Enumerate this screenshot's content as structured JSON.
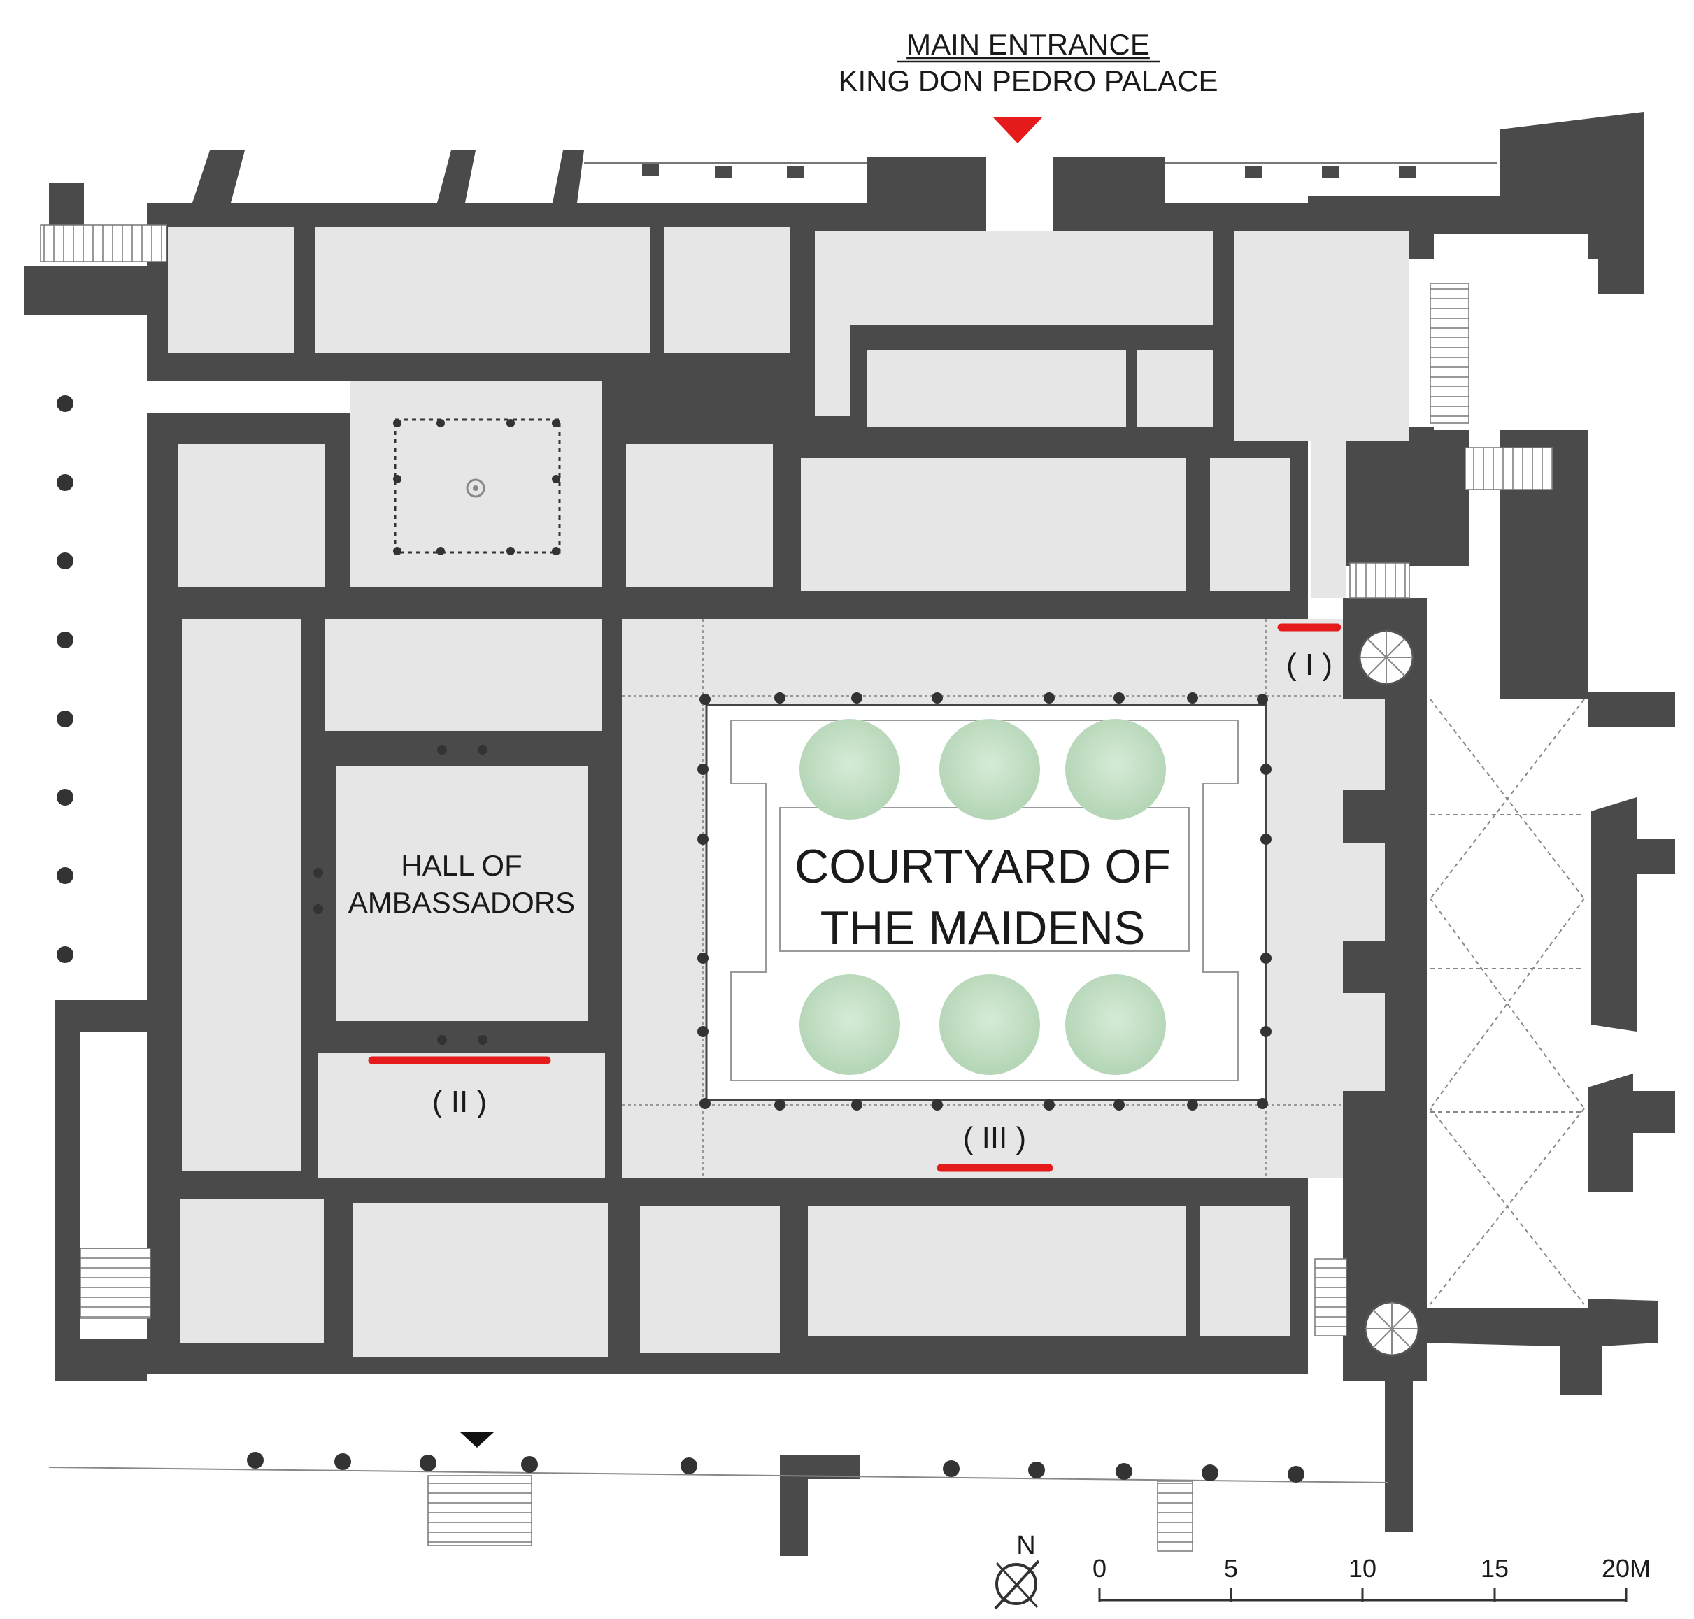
{
  "labels": {
    "main_entrance": "MAIN ENTRANCE",
    "palace": "KING DON PEDRO PALACE",
    "hall_line1": "HALL OF",
    "hall_line2": "AMBASSADORS",
    "courtyard_line1": "COURTYARD OF",
    "courtyard_line2": "THE MAIDENS",
    "marker_1": "( I )",
    "marker_2": "( II )",
    "marker_3": "( III )",
    "north": "N"
  },
  "scale_bar": {
    "ticks": [
      "0",
      "5",
      "10",
      "15",
      "20M"
    ]
  },
  "colors": {
    "wall": "#4a4a4a",
    "room_fill": "#e6e6e6",
    "courtyard_garden": "#ffffff",
    "tree": "#c3dec4",
    "marker_red": "#e51b1b",
    "entrance_arrow": "#e51b1b",
    "secondary_arrow": "#111111"
  },
  "icons": {
    "entrance": "triangle-down-icon",
    "north": "north-arrow-icon",
    "stair": "spiral-stair-icon",
    "tree": "tree-icon"
  }
}
